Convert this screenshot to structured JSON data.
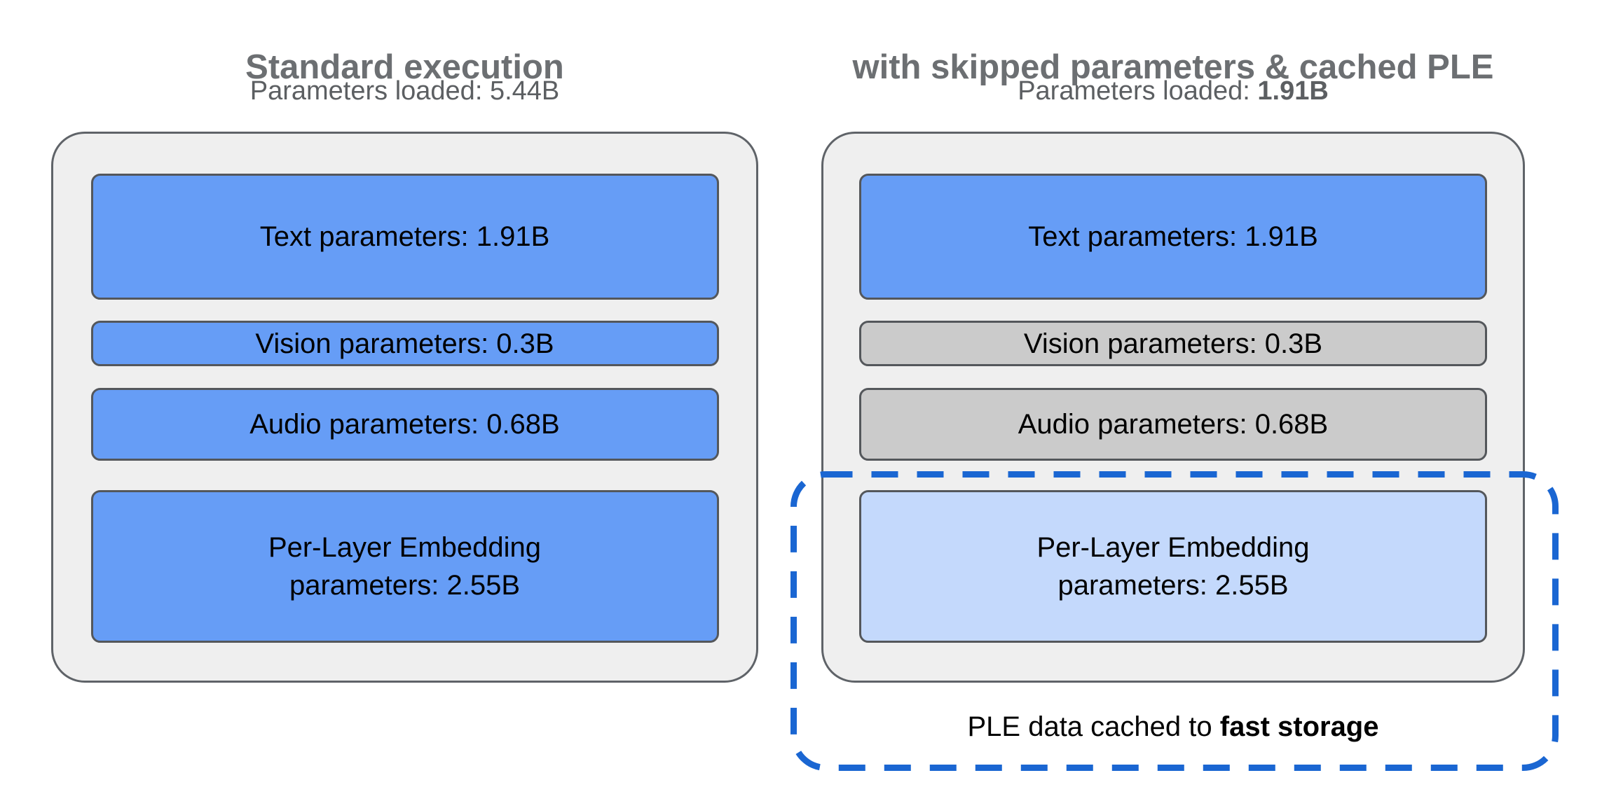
{
  "left": {
    "title": "Standard execution",
    "subtitle_label": "Parameters loaded: ",
    "subtitle_value": "5.44B",
    "boxes": {
      "text": {
        "label": "Text parameters: 1.91B",
        "state": "loaded",
        "value_b": 1.91
      },
      "vision": {
        "label": "Vision parameters: 0.3B",
        "state": "loaded",
        "value_b": 0.3
      },
      "audio": {
        "label": "Audio parameters: 0.68B",
        "state": "loaded",
        "value_b": 0.68
      },
      "ple": {
        "label_line1": "Per-Layer Embedding",
        "label_line2": "parameters: 2.55B",
        "state": "loaded",
        "value_b": 2.55
      }
    }
  },
  "right": {
    "title": "with skipped parameters & cached PLE",
    "subtitle_label": "Parameters loaded: ",
    "subtitle_value": "1.91B",
    "boxes": {
      "text": {
        "label": "Text parameters: 1.91B",
        "state": "loaded",
        "value_b": 1.91
      },
      "vision": {
        "label": "Vision parameters: 0.3B",
        "state": "skipped",
        "value_b": 0.3
      },
      "audio": {
        "label": "Audio parameters: 0.68B",
        "state": "skipped",
        "value_b": 0.68
      },
      "ple": {
        "label_line1": "Per-Layer Embedding",
        "label_line2": "parameters: 2.55B",
        "state": "cached",
        "value_b": 2.55
      }
    },
    "caption_label": "PLE data cached to ",
    "caption_bold": "fast storage"
  },
  "colors": {
    "page_background": "#ffffff",
    "heading_gray": "#6c6f72",
    "subtitle_gray": "#5c5f62",
    "device_background": "#efefef",
    "device_border": "#5f6368",
    "box_border": "#54575b",
    "loaded_blue": "#669df6",
    "skipped_gray": "#cbcbcb",
    "cached_light_blue": "#c4d9fc",
    "dashed_outline_blue": "#1a66d2",
    "box_text": "#000000"
  }
}
